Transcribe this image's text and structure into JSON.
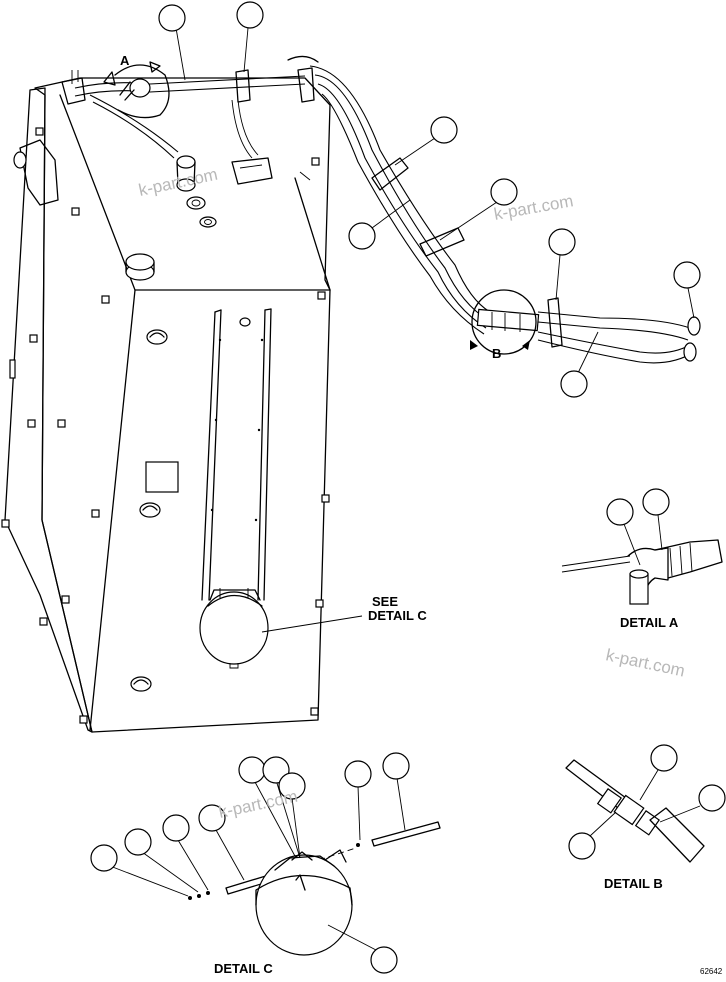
{
  "labels": {
    "detail_a_marker": "A",
    "detail_b_marker": "B",
    "see_detail": "SEE",
    "see_detail_c": "DETAIL C",
    "detail_a": "DETAIL A",
    "detail_b": "DETAIL B",
    "detail_c": "DETAIL C",
    "drawing_number": "62642"
  },
  "watermark": "k-part.com"
}
